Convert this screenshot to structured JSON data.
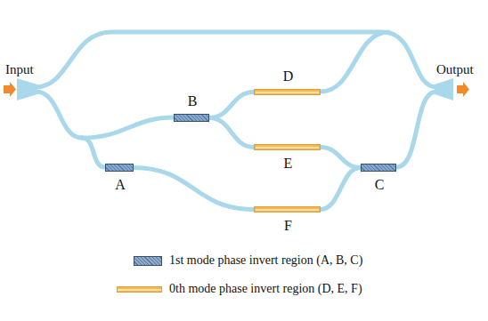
{
  "diagram": {
    "nodes": [
      {
        "text": [
          "A"
        ]
      },
      {
        "text": [
          "B"
        ]
      },
      {
        "text": [
          "C"
        ]
      },
      {
        "text": [
          "D"
        ]
      },
      {
        "text": [
          "E"
        ]
      },
      {
        "text": [
          "F"
        ]
      }
    ],
    "edges": [
      {
        "from": 0,
        "to": 5,
        "arrow": "none"
      },
      {
        "from": 1,
        "to": 3,
        "arrow": "none"
      },
      {
        "from": 1,
        "to": 4,
        "arrow": "none"
      },
      {
        "from": 4,
        "to": 2,
        "arrow": "none"
      },
      {
        "from": 5,
        "to": 2,
        "arrow": "none"
      }
    ],
    "labels": [
      "Input",
      "Output"
    ],
    "legend": [
      {
        "text": "1st mode phase invert region (A, B, C)",
        "color": "#6b8db5"
      },
      {
        "text": "0th mode phase invert region (D, E, F)",
        "color": "#f6b54e"
      }
    ]
  }
}
